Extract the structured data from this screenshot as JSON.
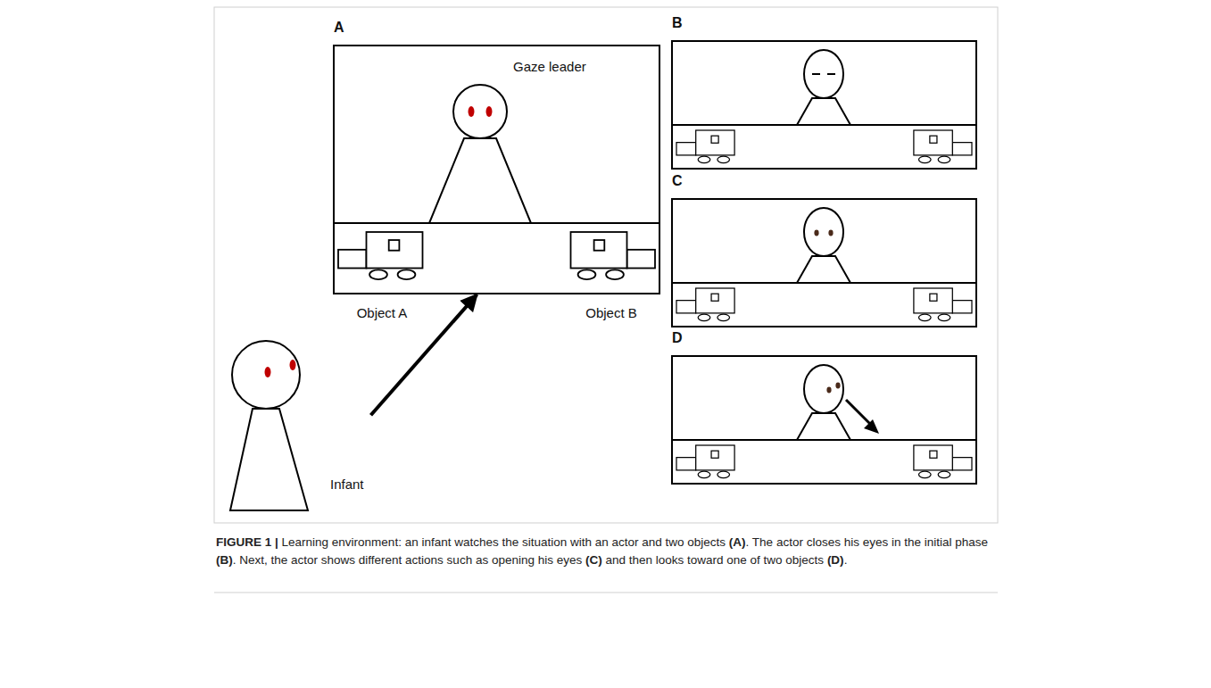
{
  "diagram": {
    "caption": "FIGURE 1 | Learning environment: an infant watches the situation with an actor and two objects (A). The actor closes his eyes in the initial phase (B). Next, the actor shows different actions such as opening his eyes (C) and then looks toward one of two objects (D).",
    "nodes": [
      {
        "text": [
          "A",
          "Gaze leader"
        ]
      },
      {
        "text": [
          "B"
        ]
      },
      {
        "text": [
          "C"
        ]
      },
      {
        "text": [
          "D"
        ]
      },
      {
        "text": [
          "Infant"
        ]
      }
    ],
    "edges": [
      {
        "from": 4,
        "to": 0,
        "arrow": "to"
      }
    ],
    "labels": [
      "Object A",
      "Object B"
    ]
  }
}
